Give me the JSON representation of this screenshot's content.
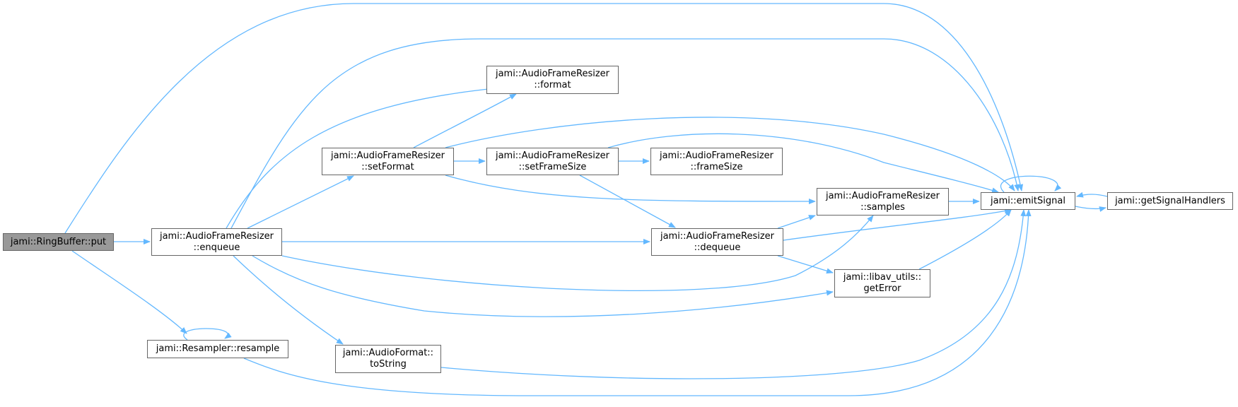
{
  "nodes": [
    {
      "id": "put",
      "lines": [
        "jami::RingBuffer::put"
      ],
      "highlighted": true
    },
    {
      "id": "enqueue",
      "lines": [
        "jami::AudioFrameResizer",
        "::enqueue"
      ]
    },
    {
      "id": "resample",
      "lines": [
        "jami::Resampler::resample"
      ]
    },
    {
      "id": "setFormat",
      "lines": [
        "jami::AudioFrameResizer",
        "::setFormat"
      ]
    },
    {
      "id": "toString",
      "lines": [
        "jami::AudioFormat::",
        "toString"
      ]
    },
    {
      "id": "format",
      "lines": [
        "jami::AudioFrameResizer",
        "::format"
      ]
    },
    {
      "id": "setFrameSize",
      "lines": [
        "jami::AudioFrameResizer",
        "::setFrameSize"
      ]
    },
    {
      "id": "frameSize",
      "lines": [
        "jami::AudioFrameResizer",
        "::frameSize"
      ]
    },
    {
      "id": "dequeue",
      "lines": [
        "jami::AudioFrameResizer",
        "::dequeue"
      ]
    },
    {
      "id": "samples",
      "lines": [
        "jami::AudioFrameResizer",
        "::samples"
      ]
    },
    {
      "id": "getError",
      "lines": [
        "jami::libav_utils::",
        "getError"
      ]
    },
    {
      "id": "emitSignal",
      "lines": [
        "jami::emitSignal"
      ]
    },
    {
      "id": "getSignalHandlers",
      "lines": [
        "jami::getSignalHandlers"
      ]
    }
  ],
  "edges": [
    {
      "from": "put",
      "to": "enqueue"
    },
    {
      "from": "put",
      "to": "resample"
    },
    {
      "from": "put",
      "to": "emitSignal"
    },
    {
      "from": "enqueue",
      "to": "format"
    },
    {
      "from": "enqueue",
      "to": "setFormat"
    },
    {
      "from": "enqueue",
      "to": "dequeue"
    },
    {
      "from": "enqueue",
      "to": "samples"
    },
    {
      "from": "enqueue",
      "to": "getError"
    },
    {
      "from": "enqueue",
      "to": "toString"
    },
    {
      "from": "enqueue",
      "to": "emitSignal"
    },
    {
      "from": "setFormat",
      "to": "format"
    },
    {
      "from": "setFormat",
      "to": "setFrameSize"
    },
    {
      "from": "setFormat",
      "to": "samples"
    },
    {
      "from": "setFormat",
      "to": "emitSignal"
    },
    {
      "from": "setFrameSize",
      "to": "frameSize"
    },
    {
      "from": "setFrameSize",
      "to": "dequeue"
    },
    {
      "from": "setFrameSize",
      "to": "emitSignal"
    },
    {
      "from": "dequeue",
      "to": "samples"
    },
    {
      "from": "dequeue",
      "to": "getError"
    },
    {
      "from": "dequeue",
      "to": "emitSignal"
    },
    {
      "from": "samples",
      "to": "emitSignal"
    },
    {
      "from": "getError",
      "to": "emitSignal"
    },
    {
      "from": "toString",
      "to": "emitSignal"
    },
    {
      "from": "resample",
      "to": "resample"
    },
    {
      "from": "resample",
      "to": "emitSignal"
    },
    {
      "from": "emitSignal",
      "to": "emitSignal"
    },
    {
      "from": "emitSignal",
      "to": "getSignalHandlers"
    },
    {
      "from": "getSignalHandlers",
      "to": "emitSignal"
    }
  ],
  "colors": {
    "edge": "#63b8ff",
    "node_border": "#666666",
    "node_fill": "#ffffff",
    "highlight_fill": "#999999"
  }
}
